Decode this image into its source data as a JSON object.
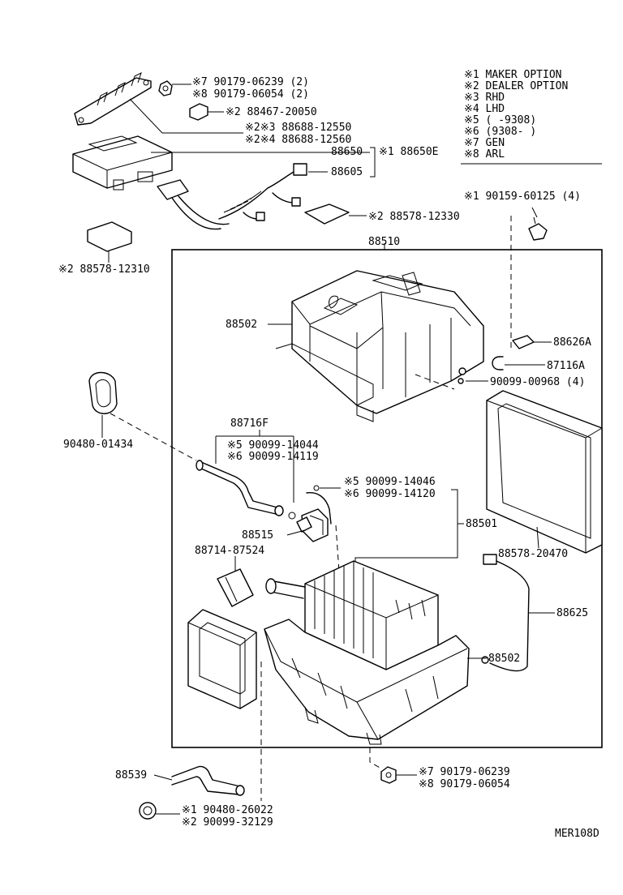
{
  "legend": [
    "※1 MAKER OPTION",
    "※2 DEALER OPTION",
    "※3 RHD",
    "※4 LHD",
    "※5 (     -9308)",
    "※6 (9308-     )",
    "※7 GEN",
    "※8 ARL"
  ],
  "labels": {
    "bracket_screw_7": "※7 90179-06239 (2)",
    "bracket_screw_8": "※8 90179-06054 (2)",
    "cushion": "※2 88467-20050",
    "wire_rhd": "※2※3 88688-12550",
    "wire_lhd": "※2※4 88688-12560",
    "amplifier": "88650",
    "amplifier_maker": "※1 88650E",
    "relay": "88605",
    "pad_right": "※2 88578-12330",
    "pad_left": "※2 88578-12310",
    "bolt_top": "※1 90159-60125 (4)",
    "unit_assy": "88510",
    "upper_case": "88502",
    "clip": "88626A",
    "clamp": "87116A",
    "screw_clip": "90099-00968 (4)",
    "grommet": "90480-01434",
    "tube": "88716F",
    "oring_5a": "※5 90099-14044",
    "oring_6a": "※6 90099-14119",
    "oring_5b": "※5 90099-14046",
    "oring_6b": "※6 90099-14120",
    "evaporator": "88501",
    "expansion_valve": "88515",
    "insulator": "88714-87524",
    "packing": "88578-20470",
    "thermistor": "88625",
    "lower_case": "88502",
    "nut_7": "※7 90179-06239",
    "nut_8": "※8 90179-06054",
    "drain_hose": "88539",
    "clip_1": "※1 90480-26022",
    "clip_2": "※2 90099-32129",
    "figure_code": "MER108D"
  }
}
